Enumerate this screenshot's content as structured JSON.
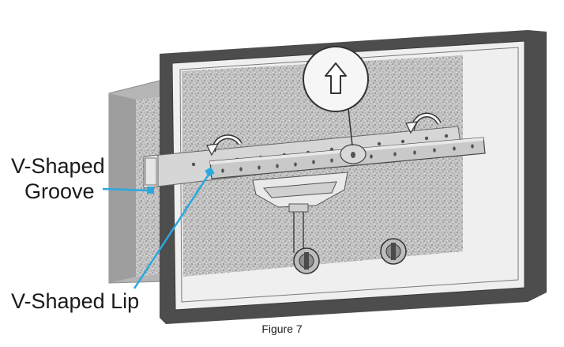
{
  "labels": {
    "v_groove_line1": "V-Shaped",
    "v_groove_line2": "Groove",
    "v_lip": "V-Shaped Lip"
  },
  "caption": "Figure 7",
  "icons": {
    "direction": "up-arrow-icon",
    "rotation": "curved-arrow-icon"
  },
  "colors": {
    "callout_line": "#2aa8e0",
    "frame": "#4d4d4d",
    "bracket": "#c9c9c9"
  }
}
